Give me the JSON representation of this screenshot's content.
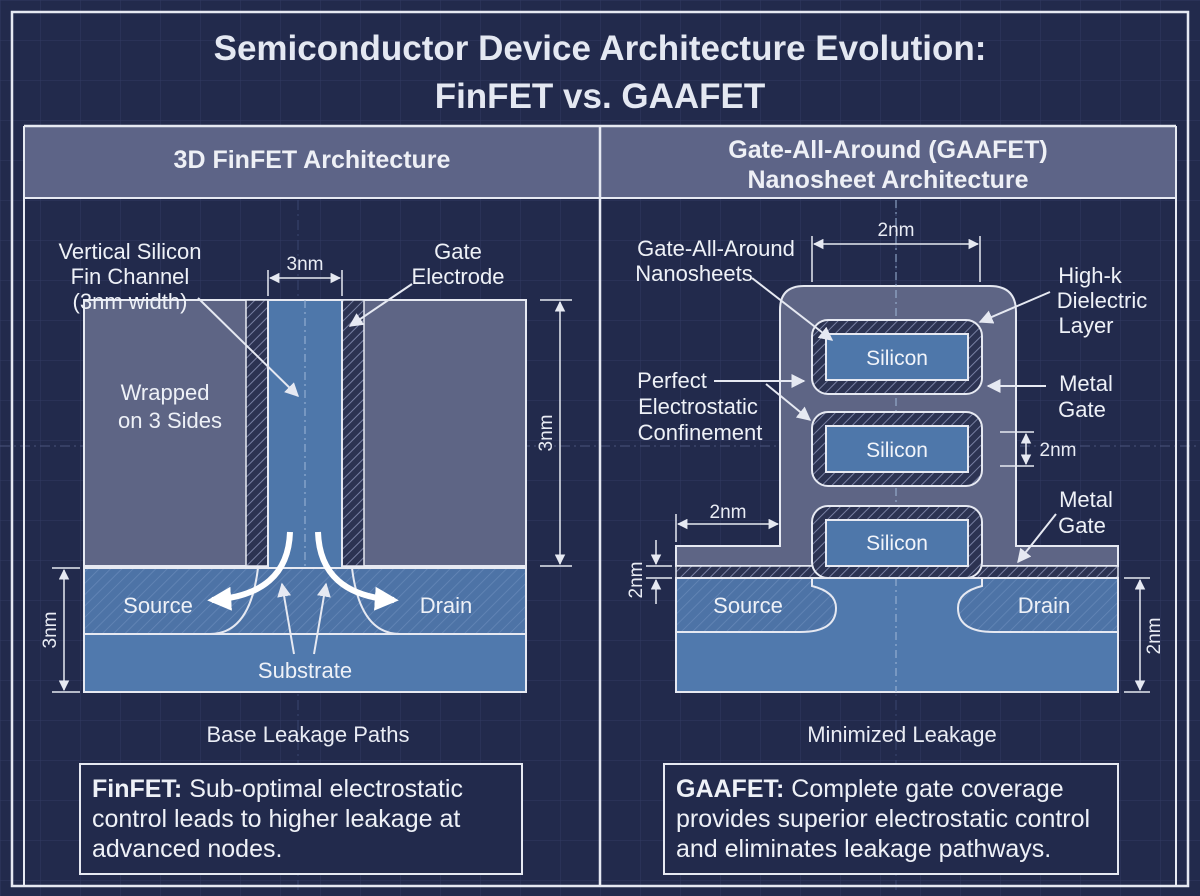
{
  "title": {
    "line1": "Semiconductor Device Architecture Evolution:",
    "line2": "FinFET vs. GAAFET"
  },
  "finfet": {
    "header": "3D FinFET Architecture",
    "labels": {
      "fin_line1": "Vertical Silicon",
      "fin_line2": "Fin Channel",
      "fin_line3": "(3nm width)",
      "gate_line1": "Gate",
      "gate_line2": "Electrode",
      "wrapped_line1": "Wrapped",
      "wrapped_line2": "on 3 Sides",
      "source": "Source",
      "drain": "Drain",
      "substrate": "Substrate"
    },
    "dims": {
      "fin_width": "3nm",
      "fin_height": "3nm",
      "source_depth": "3nm"
    },
    "caption": "Base Leakage Paths",
    "desc_bold": "FinFET:",
    "desc_line1": " Sub-optimal electrostatic",
    "desc_line2": "control leads to higher leakage at",
    "desc_line3": "advanced nodes."
  },
  "gaafet": {
    "header_line1": "Gate-All-Around (GAAFET)",
    "header_line2": "Nanosheet Architecture",
    "labels": {
      "nano_line1": "Gate-All-Around",
      "nano_line2": "Nanosheets",
      "highk_line1": "High-k",
      "highk_line2": "Dielectric",
      "highk_line3": "Layer",
      "confine_line1": "Perfect",
      "confine_line2": "Electrostatic",
      "confine_line3": "Confinement",
      "metal_gate_top_line1": "Metal",
      "metal_gate_top_line2": "Gate",
      "metal_gate_bottom_line1": "Metal",
      "metal_gate_bottom_line2": "Gate",
      "silicon_1": "Silicon",
      "silicon_2": "Silicon",
      "silicon_3": "Silicon",
      "source": "Source",
      "drain": "Drain"
    },
    "dims": {
      "stack_width": "2nm",
      "sheet_spacing": "2nm",
      "gate_overhang": "2nm",
      "dielectric": "2nm",
      "drain_depth": "2nm"
    },
    "caption": "Minimized Leakage",
    "desc_bold": "GAAFET:",
    "desc_line1": " Complete gate coverage",
    "desc_line2": "provides superior electrostatic control",
    "desc_line3": "and eliminates leakage pathways."
  },
  "colors": {
    "background": "#222a4c",
    "header_band": "#5d6487",
    "gate_body": "#5e6585",
    "silicon": "#4e77aa",
    "line": "#e6e9f2"
  }
}
